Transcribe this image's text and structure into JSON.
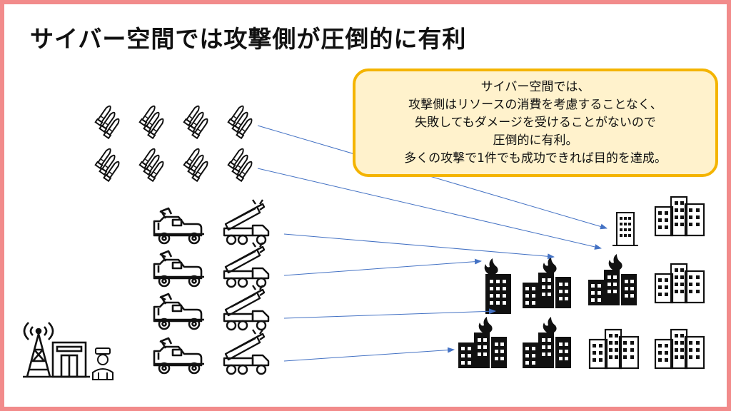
{
  "title": "サイバー空間では攻撃側が圧倒的に有利",
  "callout": {
    "lines": [
      "サイバー空間では、",
      "攻撃側はリソースの消費を考慮することなく、",
      "失敗してもダメージを受けることがないので",
      "圧倒的に有利。",
      "多くの攻撃で1件でも成功できれば目的を達成。"
    ]
  },
  "colors": {
    "border": "#f28b8b",
    "callout_fill": "#fff2cc",
    "callout_border": "#f4b400",
    "arrow": "#4472c4",
    "fire": "#000000"
  },
  "icons": {
    "ammo": "bullets-icon",
    "vehicle": "armored-truck-icon",
    "launcher": "rocket-launcher-truck-icon",
    "building": "building-icon",
    "burning_building": "burning-building-icon",
    "attacker_base": "radio-tower-building-icon",
    "operator": "soldier-icon"
  }
}
